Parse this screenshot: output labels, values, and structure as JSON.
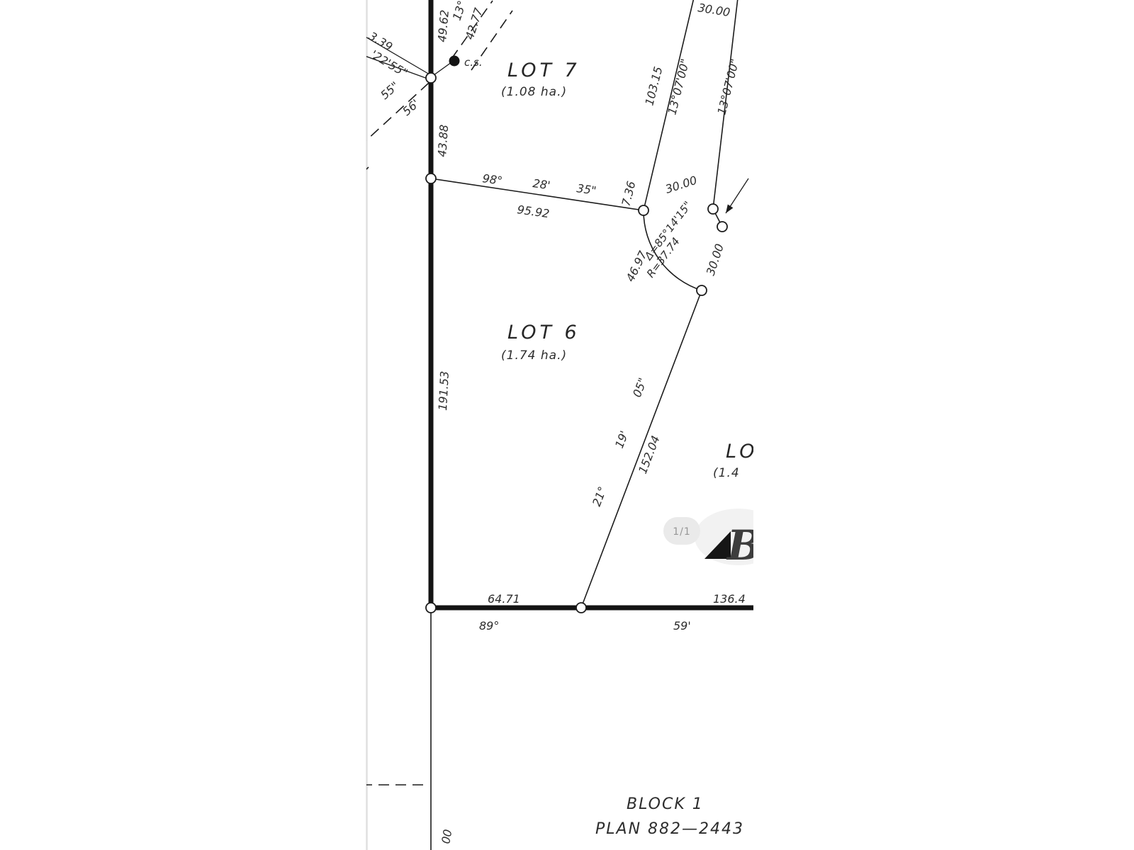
{
  "viewer_overlay": {
    "page_indicator": "1/1",
    "logo_letter": "B"
  },
  "lots": {
    "lot7": {
      "name": "LOT 7",
      "area": "(1.08 ha.)"
    },
    "lot6": {
      "name": "LOT 6",
      "area": "(1.74 ha.)"
    },
    "lot5_partial": {
      "name": "LO",
      "area": "(1.4"
    }
  },
  "footer": {
    "block": "BLOCK 1",
    "plan": "PLAN 882—2443"
  },
  "dims": {
    "d3_39": "3.39",
    "b22_55": "'22'55\"",
    "d49_62": "49.62",
    "b13_part": "13°",
    "d42_77": "42.77",
    "cs": "c.s.",
    "d103_15": "103.15",
    "b13_07_a": "13°07'00\"",
    "b13_07_b": "13°07'00\"",
    "d30_top": "30.00",
    "b55s": "55\"",
    "b56m": "56'",
    "d43_88": "43.88",
    "b98d": "98°",
    "b28m": "28'",
    "b35s": "35\"",
    "d95_92": "95.92",
    "d7_36": "7.36",
    "d30_mid": "30.00",
    "delta": "Δ=85°14'15\"",
    "radius": "R=37.74",
    "d46_97": "46.97",
    "d30_low": "30.00",
    "d191_53": "191.53",
    "b05s": "05\"",
    "b19m": "19'",
    "d152_04": "152.04",
    "b21d": "21°",
    "d64_71": "64.71",
    "d136_4": "136.4",
    "b89d": "89°",
    "b59m": "59'",
    "d00_bottom": "00"
  }
}
